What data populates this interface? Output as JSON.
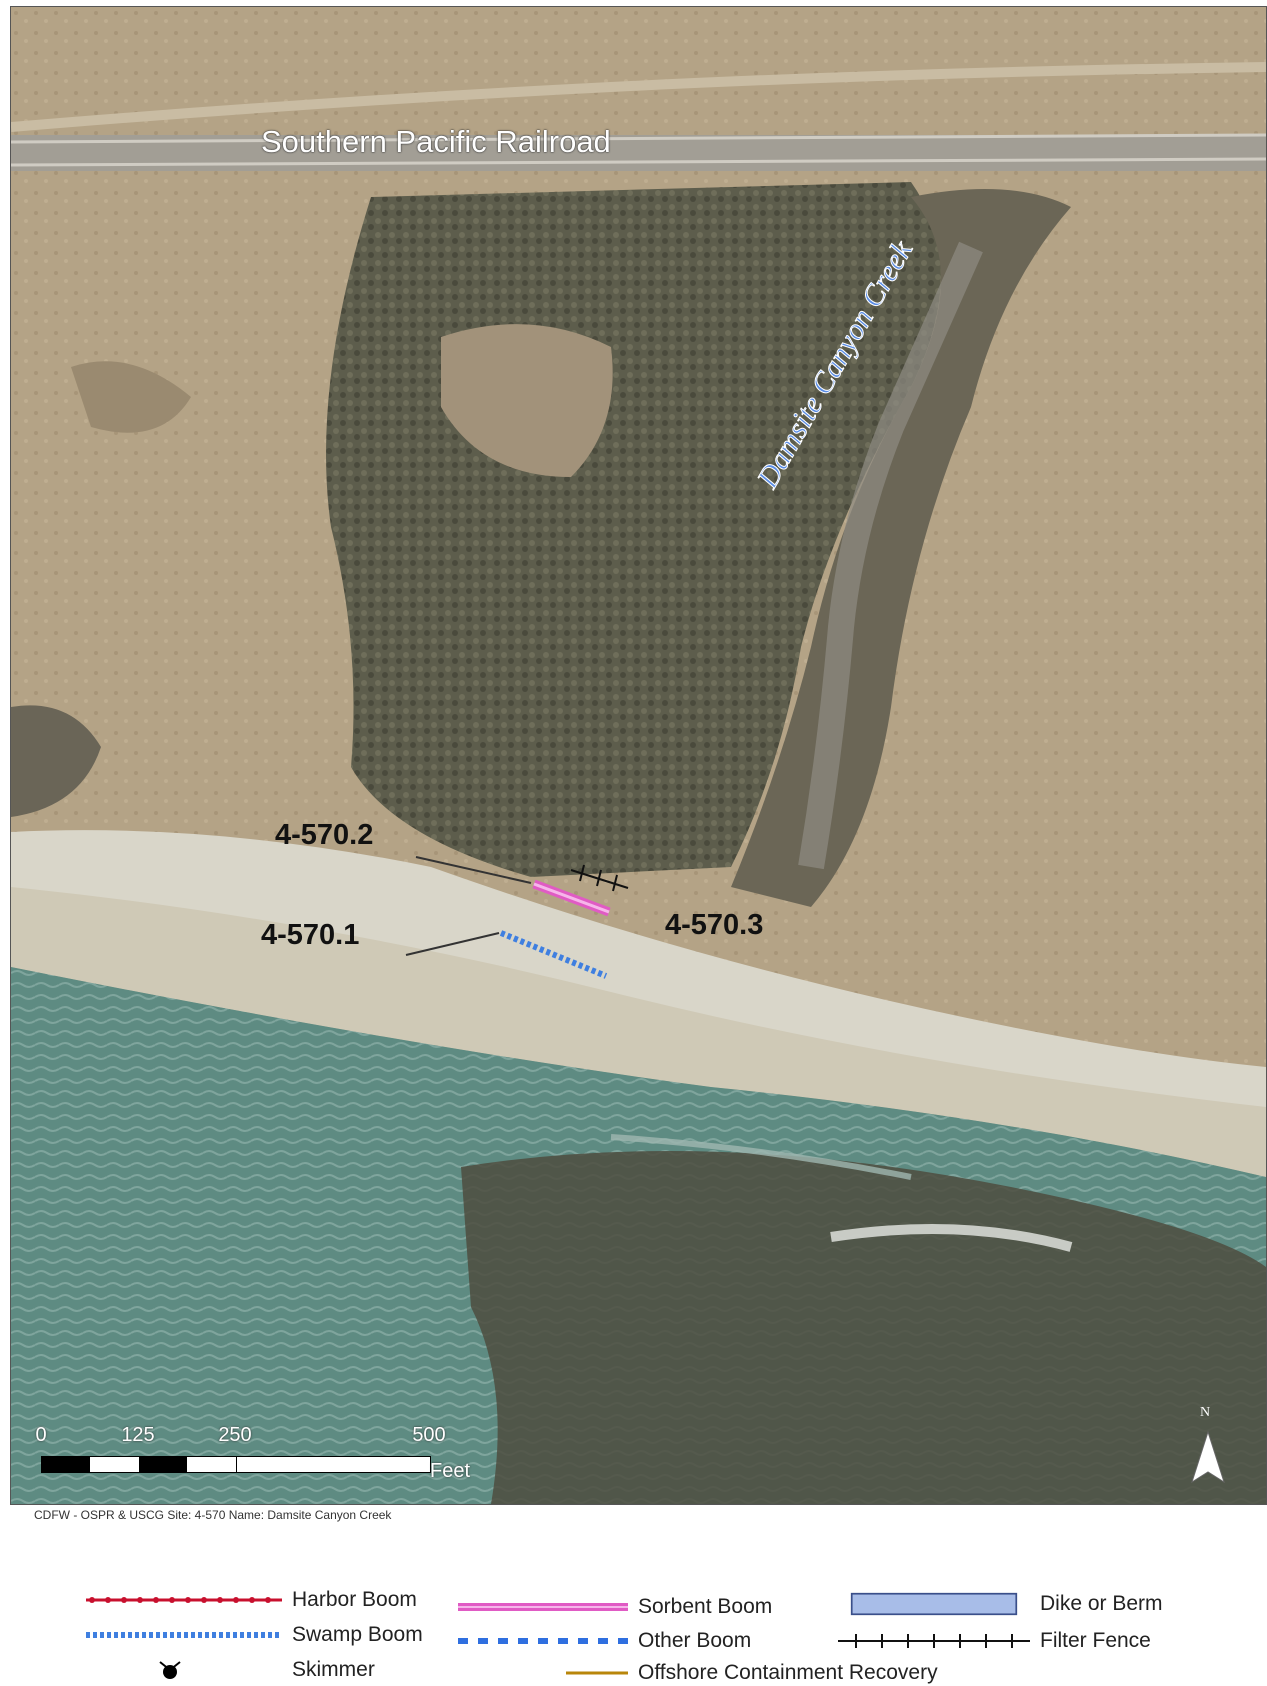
{
  "map": {
    "labels": {
      "railroad": "Southern Pacific Railroad",
      "creek": "Damsite Canyon Creek",
      "site_2": "4-570.2",
      "site_1": "4-570.1",
      "site_3": "4-570.3"
    },
    "scale_bar": {
      "ticks": [
        "0",
        "125",
        "250",
        "500"
      ],
      "unit": "Feet"
    },
    "north_arrow": "N",
    "colors": {
      "ocean": "#5d8a80",
      "sand": "#d8d4c6",
      "hillside": "#b3a184",
      "scrub": "#5f5f4f",
      "sorbent_boom": "#e05bc4",
      "swamp_boom": "#3f7fe0",
      "filter_fence": "#111111"
    }
  },
  "credit": "CDFW - OSPR & USCG  Site: 4-570   Name:  Damsite Canyon Creek",
  "legend": {
    "items": [
      {
        "label": "Harbor Boom",
        "icon": "harbor-boom-symbol",
        "color": "#c8102e"
      },
      {
        "label": "Swamp Boom",
        "icon": "swamp-boom-symbol",
        "color": "#3f7fe0"
      },
      {
        "label": "Skimmer",
        "icon": "skimmer-icon",
        "color": "#000000"
      },
      {
        "label": "Sorbent Boom",
        "icon": "sorbent-boom-symbol",
        "color": "#e05bc4"
      },
      {
        "label": "Other Boom",
        "icon": "other-boom-symbol",
        "color": "#2f6fe0"
      },
      {
        "label": "Offshore Containment Recovery",
        "icon": "offshore-containment-symbol",
        "color": "#b8860b"
      },
      {
        "label": "Dike or Berm",
        "icon": "dike-berm-symbol",
        "color": "#a8bde8"
      },
      {
        "label": "Filter Fence",
        "icon": "filter-fence-symbol",
        "color": "#111111"
      }
    ]
  }
}
